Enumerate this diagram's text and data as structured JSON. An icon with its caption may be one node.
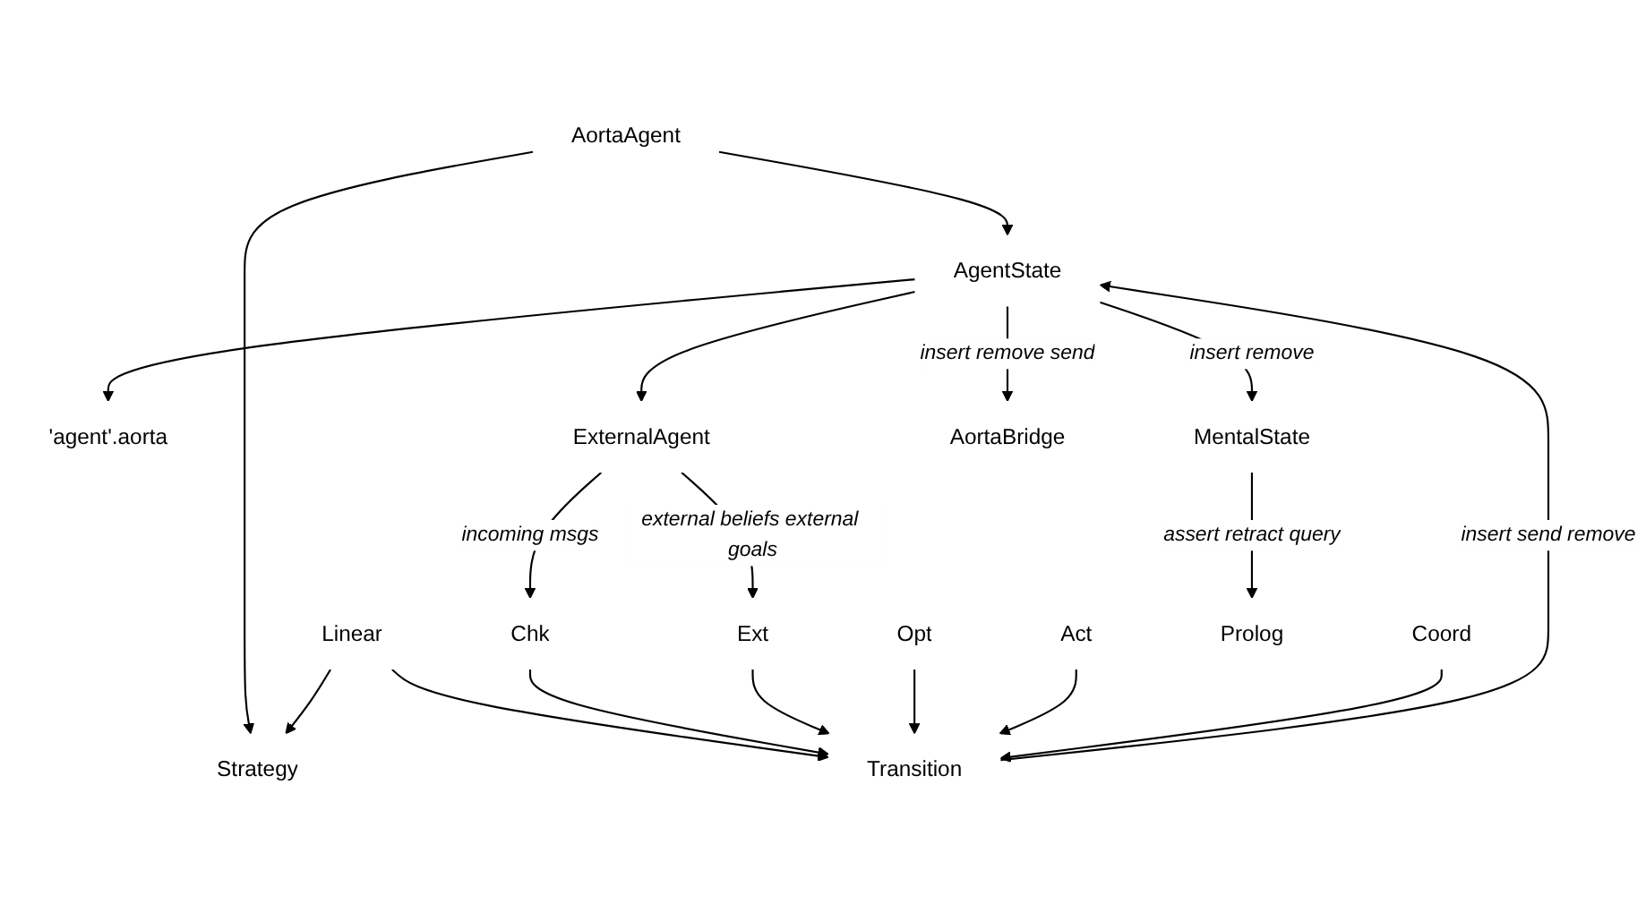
{
  "diagram": {
    "nodes": [
      {
        "text": [
          "AortaAgent"
        ]
      },
      {
        "text": [
          "Strategy"
        ]
      },
      {
        "text": [
          "AgentState"
        ]
      },
      {
        "text": [
          "'agent'.aorta"
        ]
      },
      {
        "text": [
          "Linear"
        ]
      },
      {
        "text": [
          "Transition"
        ]
      },
      {
        "text": [
          "Chk"
        ]
      },
      {
        "text": [
          "Ext"
        ]
      },
      {
        "text": [
          "Opt"
        ]
      },
      {
        "text": [
          "Act"
        ]
      },
      {
        "text": [
          "Coord"
        ]
      },
      {
        "text": [
          "MentalState"
        ]
      },
      {
        "text": [
          "ExternalAgent"
        ]
      },
      {
        "text": [
          "Prolog"
        ]
      },
      {
        "text": [
          "AortaBridge"
        ]
      }
    ],
    "edges": [
      {
        "from": 0,
        "to": 1,
        "arrow": "to"
      },
      {
        "from": 0,
        "to": 2,
        "arrow": "to"
      },
      {
        "from": 2,
        "to": 3,
        "arrow": "to"
      },
      {
        "from": 4,
        "to": 1,
        "arrow": "to"
      },
      {
        "from": 4,
        "to": 5,
        "arrow": "to"
      },
      {
        "from": 5,
        "to": 2,
        "arrow": "to",
        "label": "insert send remove"
      },
      {
        "from": 6,
        "to": 5,
        "arrow": "to"
      },
      {
        "from": 7,
        "to": 5,
        "arrow": "to"
      },
      {
        "from": 8,
        "to": 5,
        "arrow": "to"
      },
      {
        "from": 9,
        "to": 5,
        "arrow": "to"
      },
      {
        "from": 10,
        "to": 5,
        "arrow": "to"
      },
      {
        "from": 2,
        "to": 11,
        "arrow": "to",
        "label": "insert remove"
      },
      {
        "from": 11,
        "to": 13,
        "arrow": "to",
        "label": "assert retract query"
      },
      {
        "from": 2,
        "to": 12,
        "arrow": "to"
      },
      {
        "from": 2,
        "to": 14,
        "arrow": "to",
        "label": "insert remove send"
      },
      {
        "from": 12,
        "to": 7,
        "arrow": "to",
        "label": "external beliefs external goals"
      },
      {
        "from": 12,
        "to": 6,
        "arrow": "to",
        "label": "incoming msgs"
      }
    ]
  }
}
